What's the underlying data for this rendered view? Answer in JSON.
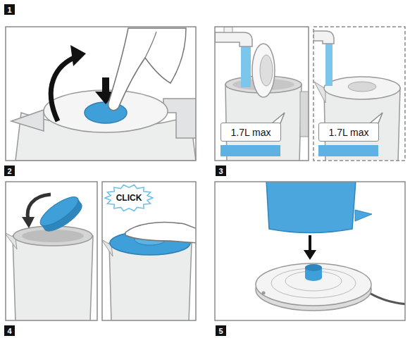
{
  "diagram": {
    "nodes": [
      {
        "text": [
          "1.7L max"
        ]
      },
      {
        "text": [
          "1.7L max"
        ]
      },
      {
        "text": [
          "CLICK"
        ]
      }
    ],
    "labels": [
      "1",
      "2",
      "3",
      "4",
      "5"
    ]
  }
}
